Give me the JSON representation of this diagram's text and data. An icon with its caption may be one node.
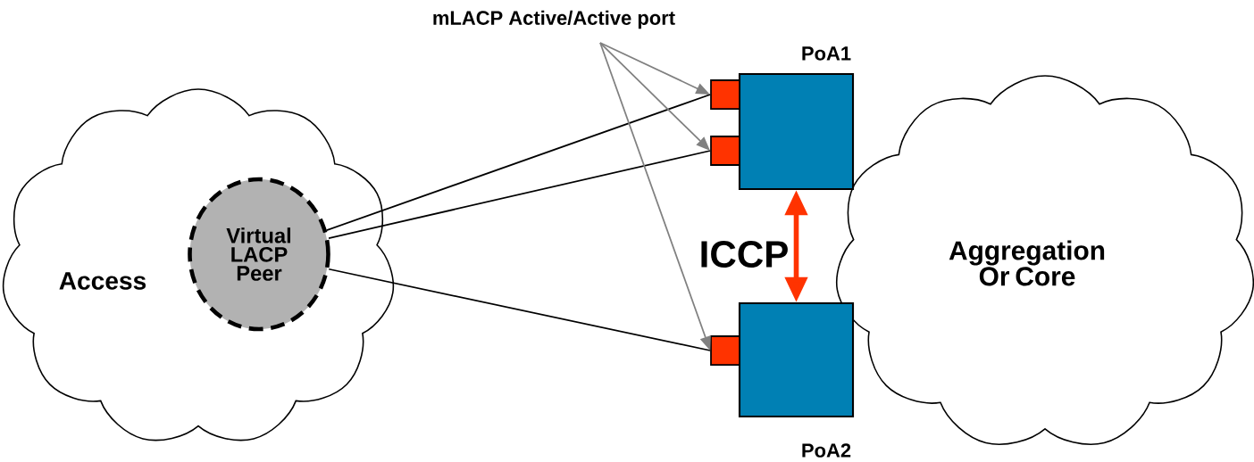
{
  "diagram": {
    "nodes": [
      {
        "text": [
          "Access"
        ]
      },
      {
        "text": [
          "Aggregation Or Core"
        ]
      },
      {
        "text": [
          "Virtual LACP Peer"
        ],
        "in": 0
      },
      {
        "text": [
          "PoA1"
        ]
      },
      {
        "text": [
          "PoA2"
        ]
      },
      {
        "text": [],
        "shape": "box"
      },
      {
        "text": [],
        "shape": "box"
      },
      {
        "text": [],
        "shape": "box"
      },
      {
        "text": [
          "mLACP Active/Active port"
        ]
      }
    ],
    "edges": [
      {
        "from": 2,
        "to": 5,
        "arrow": "none"
      },
      {
        "from": 2,
        "to": 6,
        "arrow": "none"
      },
      {
        "from": 2,
        "to": 7,
        "arrow": "none"
      },
      {
        "from": 8,
        "to": 5,
        "arrow": "to",
        "color": "#808080"
      },
      {
        "from": 8,
        "to": 6,
        "arrow": "to",
        "color": "#808080"
      },
      {
        "from": 8,
        "to": 7,
        "arrow": "to",
        "color": "#808080"
      },
      {
        "from": 3,
        "to": 4,
        "arrow": "both",
        "style": "thick",
        "color": "#ff3300",
        "label": "ICCP"
      }
    ]
  }
}
